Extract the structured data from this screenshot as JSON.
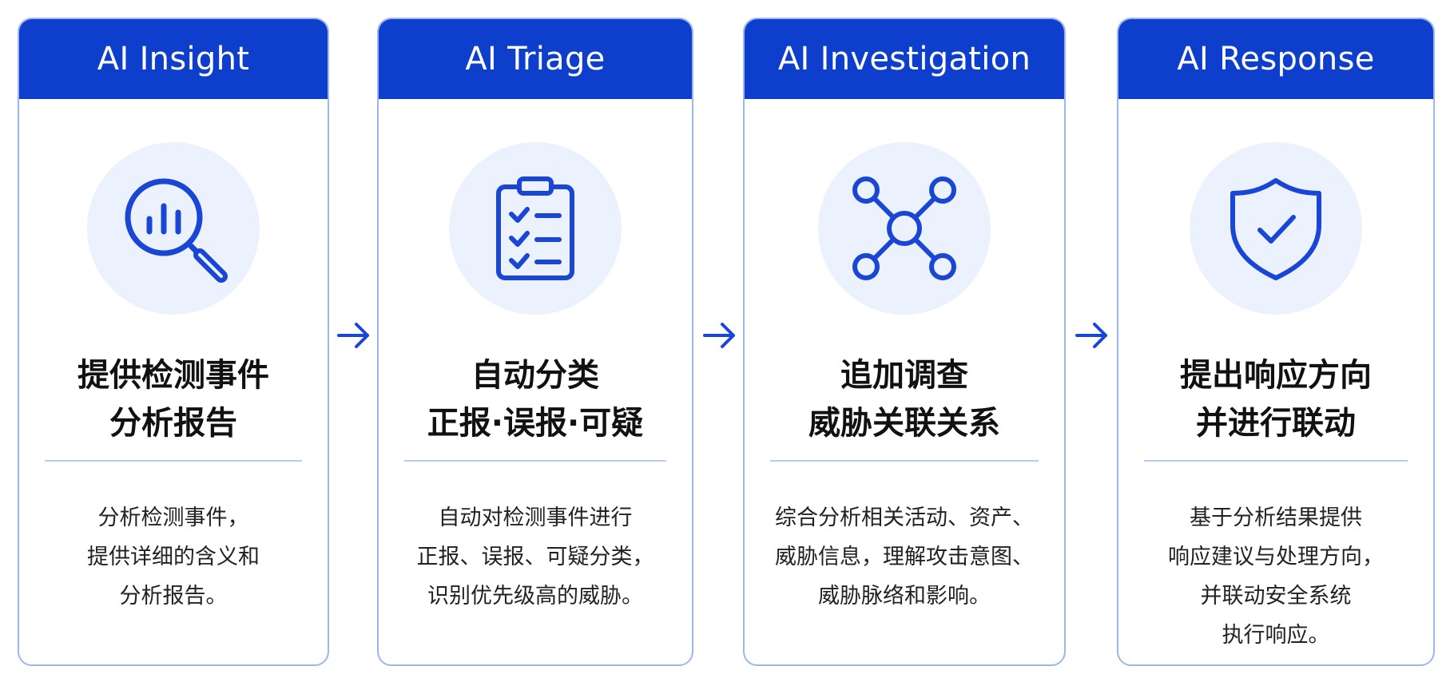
{
  "cards": [
    {
      "header": "AI Insight",
      "icon": "magnifier-chart-icon",
      "title_lines": [
        "提供检测事件",
        "分析报告"
      ],
      "desc_lines": [
        "分析检测事件，",
        "提供详细的含义和",
        "分析报告。"
      ]
    },
    {
      "header": "AI Triage",
      "icon": "clipboard-checklist-icon",
      "title_lines": [
        "自动分类",
        "正报·误报·可疑"
      ],
      "desc_lines": [
        "自动对检测事件进行",
        "正报、误报、可疑分类，",
        "识别优先级高的威胁。"
      ]
    },
    {
      "header": "AI Investigation",
      "icon": "network-nodes-icon",
      "title_lines": [
        "追加调查",
        "威胁关联关系"
      ],
      "desc_lines": [
        "综合分析相关活动、资产、",
        "威胁信息，理解攻击意图、",
        "威胁脉络和影响。"
      ]
    },
    {
      "header": "AI Response",
      "icon": "shield-check-icon",
      "title_lines": [
        "提出响应方向",
        "并进行联动"
      ],
      "desc_lines": [
        "基于分析结果提供",
        "响应建议与处理方向，",
        "并联动安全系统",
        "执行响应。"
      ]
    }
  ],
  "arrow_icon": "arrow-right-icon",
  "colors": {
    "header_blue": "#0d3fcc",
    "icon_blue": "#1a46d6",
    "circle_bg": "#ecf2fd",
    "border": "#9db6ec"
  }
}
